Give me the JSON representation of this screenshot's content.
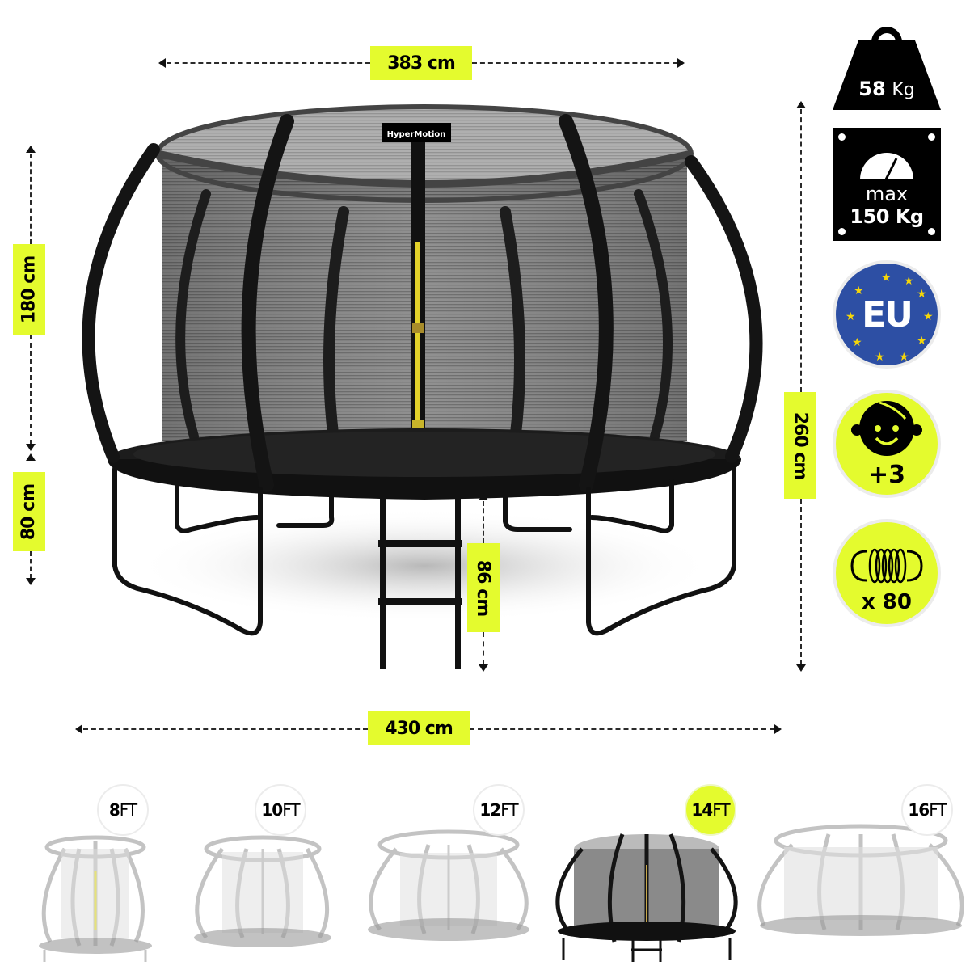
{
  "product": {
    "brand_tag": "HyperMotion"
  },
  "dimensions": {
    "top_diameter": "383 cm",
    "net_height": "180 cm",
    "frame_height": "80 cm",
    "ladder_height": "86 cm",
    "total_height": "260 cm",
    "total_width": "430 cm"
  },
  "specs": {
    "weight": {
      "value": "58",
      "unit": "Kg",
      "icon": "weight-icon"
    },
    "max_load": {
      "label": "max",
      "value": "150 Kg",
      "icon": "gauge-icon"
    },
    "certification": {
      "label": "EU",
      "icon": "eu-flag-icon"
    },
    "age": {
      "label": "+3",
      "icon": "child-face-icon"
    },
    "springs": {
      "label": "x 80",
      "icon": "spring-icon"
    }
  },
  "sizes": [
    {
      "number": "8",
      "unit": "FT",
      "selected": false
    },
    {
      "number": "10",
      "unit": "FT",
      "selected": false
    },
    {
      "number": "12",
      "unit": "FT",
      "selected": false
    },
    {
      "number": "14",
      "unit": "FT",
      "selected": true
    },
    {
      "number": "16",
      "unit": "FT",
      "selected": false
    }
  ],
  "colors": {
    "accent": "#e4fb2e",
    "eu_blue": "#2d4fa4",
    "eu_star": "#f5d60a",
    "frame": "#1a1a1a"
  }
}
